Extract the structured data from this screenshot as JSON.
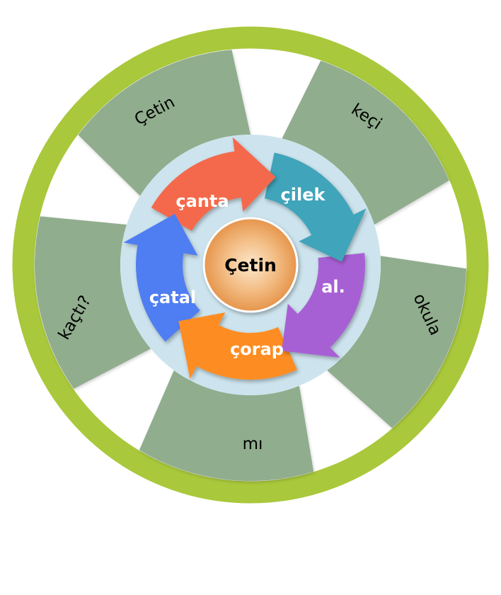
{
  "diagram": {
    "type": "segmented-cycle",
    "center_label": "Çetin",
    "ring_segments": [
      {
        "label": "Çetin"
      },
      {
        "label": "keçi"
      },
      {
        "label": "okula"
      },
      {
        "label": "mı"
      },
      {
        "label": "kaçtı?"
      }
    ],
    "arrows": [
      {
        "label": "çanta",
        "color": "#f4694b"
      },
      {
        "label": "çilek",
        "color": "#41a4ba"
      },
      {
        "label": "al.",
        "color": "#a760d4"
      },
      {
        "label": "çorap",
        "color": "#fd8d21"
      },
      {
        "label": "çatal",
        "color": "#4f7df2"
      }
    ],
    "colors": {
      "outer_ring": "#a9c83b",
      "segment_fill": "#90ad8e",
      "inner_disc": "#cde4ee",
      "center_fill_light": "#fce8cb",
      "center_fill_mid": "#f3bd85",
      "center_fill_dark": "#e6954b",
      "ring_label_text": "#000000",
      "arrow_label_text": "#ffffff",
      "center_label_text": "#000000",
      "background": "#ffffff"
    }
  }
}
